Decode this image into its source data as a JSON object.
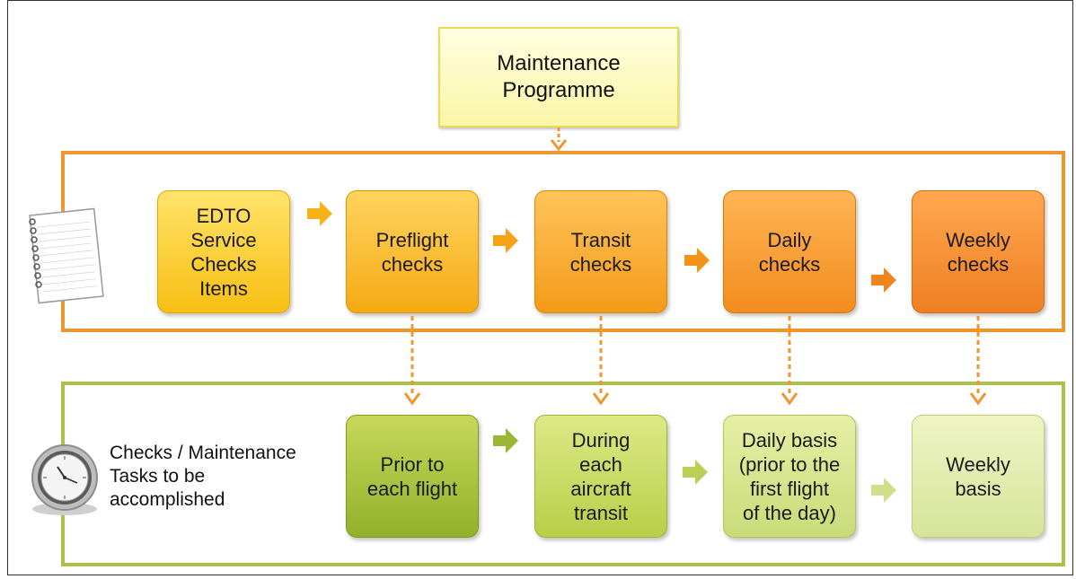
{
  "diagram": {
    "top_box": {
      "lines": [
        "Maintenance",
        "Programme"
      ]
    },
    "checks_row": [
      {
        "lines": [
          "EDTO",
          "Service",
          "Checks",
          "Items"
        ]
      },
      {
        "lines": [
          "Preflight",
          "checks"
        ]
      },
      {
        "lines": [
          "Transit",
          "checks"
        ]
      },
      {
        "lines": [
          "Daily",
          "checks"
        ]
      },
      {
        "lines": [
          "Weekly",
          "checks"
        ]
      }
    ],
    "tasks_row": [
      {
        "lines": [
          "Prior to",
          "each flight"
        ]
      },
      {
        "lines": [
          "During",
          "each",
          "aircraft",
          "transit"
        ]
      },
      {
        "lines": [
          "Daily basis",
          "(prior to the",
          "first flight",
          "of the day)"
        ]
      },
      {
        "lines": [
          "Weekly",
          "basis"
        ]
      }
    ],
    "left_label": {
      "lines": [
        "Checks / Maintenance",
        "Tasks to be",
        "accomplished"
      ]
    },
    "icons": [
      "notepad-icon",
      "clock-icon"
    ],
    "colors": {
      "orange_border": "#f0962e",
      "green_border": "#a8c24a",
      "yellow_box": "#fbf6a8"
    }
  }
}
